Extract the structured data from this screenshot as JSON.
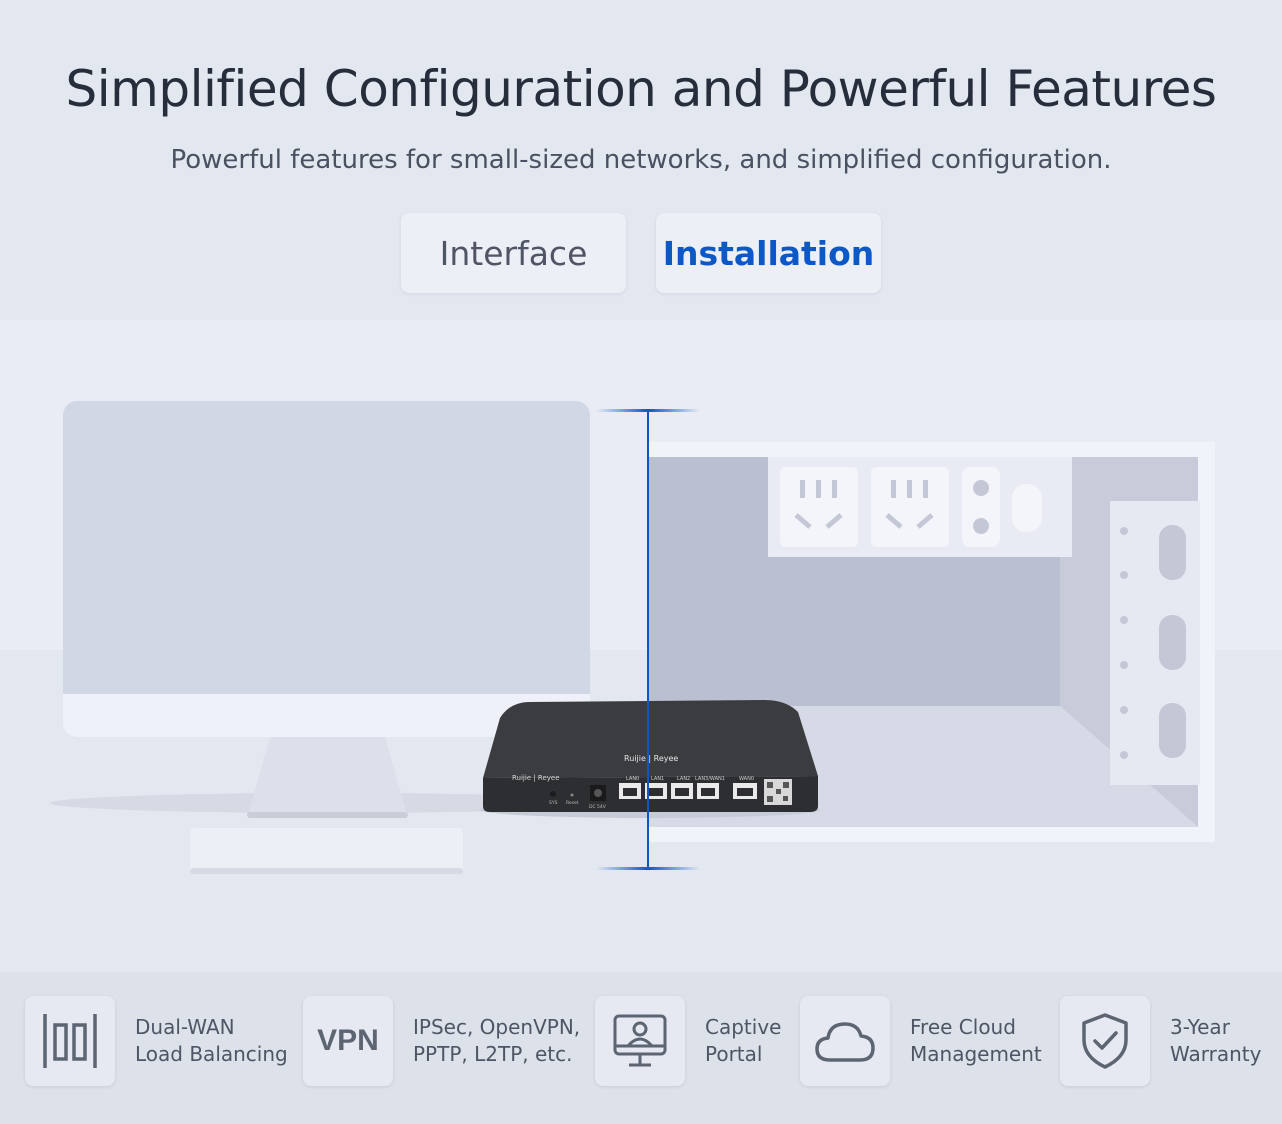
{
  "header": {
    "title": "Simplified Configuration and Powerful Features",
    "subtitle": "Powerful features for small-sized networks, and simplified configuration."
  },
  "tabs": [
    {
      "label": "Interface",
      "active": false
    },
    {
      "label": "Installation",
      "active": true
    }
  ],
  "accent_color": "#0b58c6",
  "device": {
    "brand": "Ruijie | Reyee",
    "port_labels": [
      "LAN0",
      "LAN1",
      "LAN2",
      "LAN3/WAN1",
      "WAN0"
    ],
    "button_labels": [
      "SYS",
      "Reset",
      "DC 54V"
    ]
  },
  "features": [
    {
      "icon": "dual-wan-icon",
      "line1": "Dual-WAN",
      "line2": "Load Balancing"
    },
    {
      "icon": "vpn-icon",
      "icon_text": "VPN",
      "line1": "IPSec, OpenVPN,",
      "line2": "PPTP, L2TP, etc."
    },
    {
      "icon": "captive-portal-icon",
      "line1": "Captive",
      "line2": "Portal"
    },
    {
      "icon": "cloud-icon",
      "line1": "Free Cloud",
      "line2": "Management"
    },
    {
      "icon": "shield-check-icon",
      "line1": "3-Year",
      "line2": "Warranty"
    }
  ]
}
